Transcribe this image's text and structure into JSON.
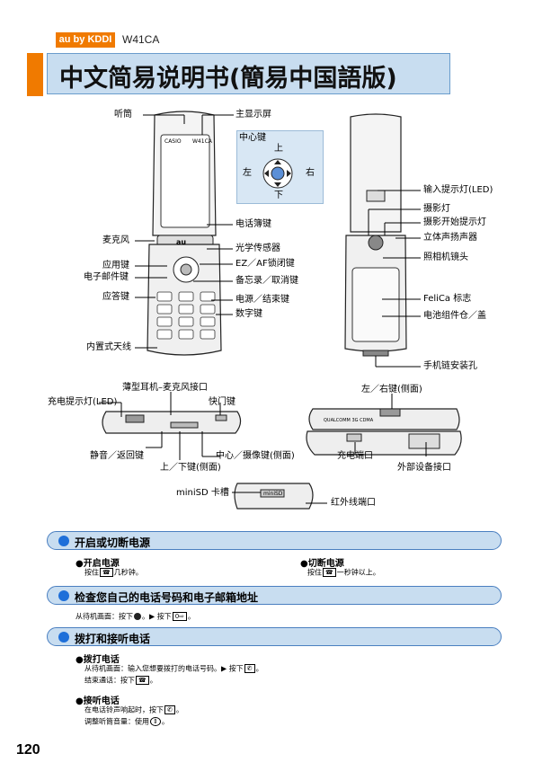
{
  "header": {
    "logo_text": "au by KDDI",
    "model": "W41CA"
  },
  "title": "中文简易说明书(簡易中国語版)",
  "labels": {
    "earpiece": "听筒",
    "main_display": "主显示屏",
    "center_key": "中心键",
    "up": "上",
    "down": "下",
    "left": "左",
    "right": "右",
    "phonebook_key": "电话簿键",
    "microphone": "麦克风",
    "light_sensor": "光学传感器",
    "app_key": "应用键",
    "email_key": "电子邮件键",
    "ez_af_key": "EZ／AF锁闭键",
    "memo_cancel_key": "备忘录／取消键",
    "answer_key": "应答键",
    "power_end_key": "电源／结束键",
    "number_keys": "数字键",
    "antenna": "内置式天线",
    "incoming_led": "输入提示灯(LED)",
    "photo_light": "摄影灯",
    "photo_start_light": "摄影开始提示灯",
    "stereo_speaker": "立体声扬声器",
    "camera_lens": "照相机镜头",
    "felica": "FeliCa 标志",
    "battery": "电池组件仓／盖",
    "strap_hole": "手机链安装孔",
    "earphone_jack": "薄型耳机–麦克风接口",
    "charge_led": "充电提示灯(LED)",
    "shutter_key": "快门键",
    "mute_back_key": "静音／返回键",
    "center_camera_key": "中心／摄像键(侧面)",
    "updown_key": "上／下键(侧面)",
    "lr_side_key": "左／右键(侧面)",
    "charge_port": "充电端口",
    "external_port": "外部设备接口",
    "minisd_slot": "miniSD 卡槽",
    "ir_port": "红外线端口"
  },
  "sections": [
    {
      "heading": "开启或切断电源",
      "items": [
        {
          "title": "●开启电源",
          "pre": "按住",
          "key": "☎",
          "post": "几秒钟。"
        },
        {
          "title": "●切断电源",
          "pre": "按住",
          "key": "☎",
          "post": "一秒钟以上。"
        }
      ]
    },
    {
      "heading": "检查您自己的电话号码和电子邮箱地址",
      "line": {
        "pre": "从待机画面：按下",
        "mid": "。▶ 按下",
        "key": "0⇨",
        "post": "。"
      }
    },
    {
      "heading": "拨打和接听电话",
      "items": [
        {
          "title": "●拨打电话",
          "line1": {
            "pre": "从待机画面：输入您想要拨打的电话号码。▶ 按下",
            "key": "✆",
            "post": "。"
          },
          "line2": {
            "pre": "结束通话：按下",
            "key": "☎",
            "post": "。"
          }
        },
        {
          "title": "●接听电话",
          "line1": {
            "pre": "在电话铃声响起时，按下",
            "key": "✆",
            "post": "。"
          },
          "line2": {
            "pre": "调整听筒音量：使用",
            "key": "⇕",
            "post": "。"
          }
        }
      ]
    }
  ],
  "phone_text": {
    "brand": "CASIO",
    "model": "W41CA",
    "au": "au",
    "minisd": "miniSD",
    "side_text": "QUALCOMM 3G CDMA"
  },
  "page_number": "120"
}
